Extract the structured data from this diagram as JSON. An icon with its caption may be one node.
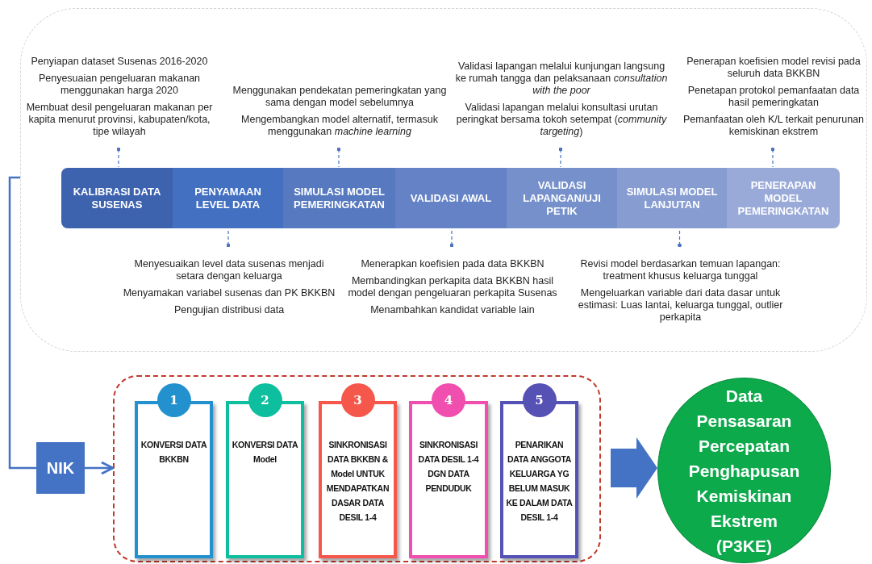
{
  "diagram": {
    "nodes": [
      {
        "text": [],
        "shape": "box"
      },
      {
        "text": [
          "KALIBRASI DATA SUSENAS"
        ],
        "in": 0
      },
      {
        "text": [
          "PENYAMAAN LEVEL DATA"
        ],
        "in": 0
      },
      {
        "text": [
          "SIMULASI MODEL PEMERINGKATAN"
        ],
        "in": 0
      },
      {
        "text": [
          "VALIDASI AWAL"
        ],
        "in": 0
      },
      {
        "text": [
          "VALIDASI LAPANGAN/UJI PETIK"
        ],
        "in": 0
      },
      {
        "text": [
          "SIMULASI MODEL LANJUTAN"
        ],
        "in": 0
      },
      {
        "text": [
          "PENERAPAN MODEL PEMERINGKATAN"
        ],
        "in": 0
      },
      {
        "text": [
          "Penyiapan dataset Susenas 2016-2020",
          "Penyesuaian pengeluaran makanan menggunakan harga 2020",
          "Membuat desil pengeluaran makanan per kapita menurut provinsi, kabupaten/kota, tipe wilayah"
        ],
        "in": 0
      },
      {
        "text": [
          "Menggunakan pendekatan pemeringkatan yang sama dengan model sebelumnya",
          "Mengembangkan model alternatif, termasuk menggunakan *machine learning*"
        ],
        "in": 0
      },
      {
        "text": [
          "Validasi lapangan melalui kunjungan langsung ke rumah tangga dan pelaksanaan *consultation with the poor*",
          "Validasi lapangan melalui konsultasi urutan peringkat bersama tokoh setempat (*community targeting*)"
        ],
        "in": 0
      },
      {
        "text": [
          "Penerapan koefisien model revisi pada seluruh data BKKBN",
          "Penetapan protokol pemanfaatan data hasil pemeringkatan",
          "Pemanfaatan oleh K/L terkait penurunan kemiskinan ekstrem"
        ],
        "in": 0
      },
      {
        "text": [
          "Menyesuaikan level data susenas menjadi setara dengan keluarga",
          "Menyamakan variabel susenas dan PK BKKBN",
          "Pengujian distribusi data"
        ],
        "in": 0
      },
      {
        "text": [
          "Menerapkan koefisien pada data BKKBN",
          "Membandingkan perkapita data BKKBN hasil model dengan pengeluaran perkapita Susenas",
          "Menambahkan kandidat variable lain"
        ],
        "in": 0
      },
      {
        "text": [
          "Revisi model berdasarkan temuan lapangan: treatment khusus keluarga tunggal",
          "Mengeluarkan variable dari data dasar untuk estimasi: Luas lantai, keluarga tunggal, outlier perkapita"
        ],
        "in": 0
      },
      {
        "text": [
          "NIK"
        ]
      },
      {
        "text": [],
        "shape": "box"
      },
      {
        "text": [
          "1",
          "KONVERSI DATA BKKBN"
        ],
        "in": 16
      },
      {
        "text": [
          "2",
          "KONVERSI DATA Model"
        ],
        "in": 16
      },
      {
        "text": [
          "3",
          "SINKRONISASI DATA BKKBN & Model UNTUK MENDAPATKAN DASAR DATA DESIL 1-4"
        ],
        "in": 16
      },
      {
        "text": [
          "4",
          "SINKRONISASI DATA DESIL 1-4 DGN DATA PENDUDUK"
        ],
        "in": 16
      },
      {
        "text": [
          "5",
          "PENARIKAN DATA ANGGOTA KELUARGA YG BELUM MASUK KE DALAM DATA DESIL 1-4"
        ],
        "in": 16
      },
      {
        "text": [
          "Data Pensasaran Percepatan Penghapusan Kemiskinan Ekstrem (P3KE)"
        ]
      }
    ],
    "edges": [
      {
        "from": 8,
        "to": 1,
        "arrow": "other",
        "style": "dashed"
      },
      {
        "from": 9,
        "to": 3,
        "arrow": "other",
        "style": "dashed"
      },
      {
        "from": 10,
        "to": 5,
        "arrow": "other",
        "style": "dashed"
      },
      {
        "from": 11,
        "to": 7,
        "arrow": "other",
        "style": "dashed"
      },
      {
        "from": 12,
        "to": 2,
        "arrow": "other",
        "style": "dashed"
      },
      {
        "from": 13,
        "to": 4,
        "arrow": "other",
        "style": "dashed"
      },
      {
        "from": 14,
        "to": 6,
        "arrow": "other",
        "style": "dashed"
      },
      {
        "from": 0,
        "to": 15,
        "arrow": "none"
      },
      {
        "from": 15,
        "to": 16,
        "arrow": "to"
      },
      {
        "from": 16,
        "to": 22,
        "arrow": "to",
        "style": "thick"
      }
    ]
  }
}
